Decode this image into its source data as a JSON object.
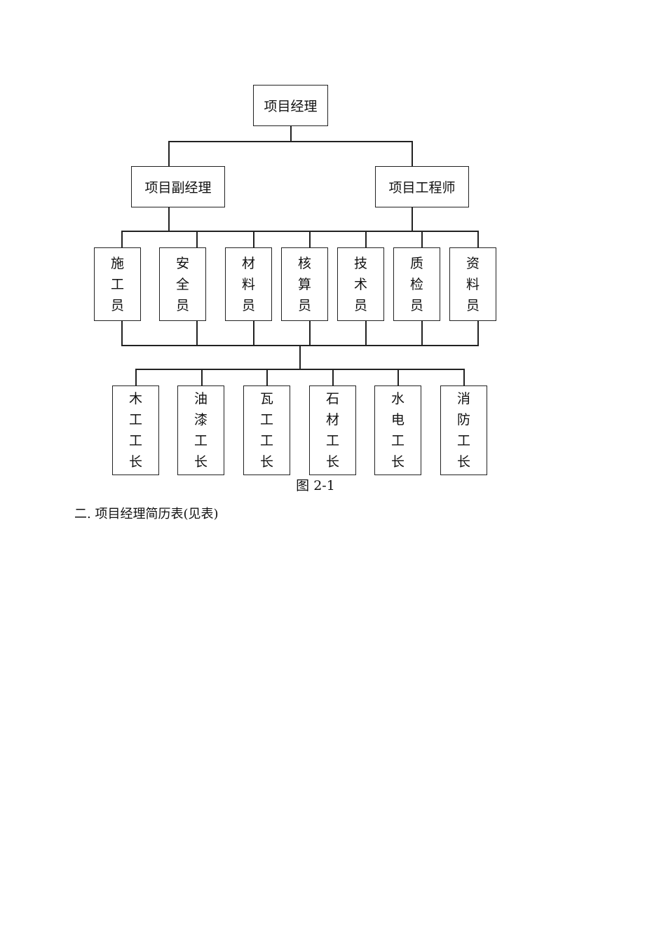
{
  "chart": {
    "top": "项目经理",
    "level2": [
      "项目副经理",
      "项目工程师"
    ],
    "staff": [
      "施工员",
      "安全员",
      "材料员",
      "核算员",
      "技术员",
      "质检员",
      "资料员"
    ],
    "foremen": [
      "木工工长",
      "油漆工长",
      "瓦工工长",
      "石材工长",
      "水电工长",
      "消防工长"
    ]
  },
  "caption": "图 2-1",
  "section_heading": "二.  项目经理简历表(见表)"
}
